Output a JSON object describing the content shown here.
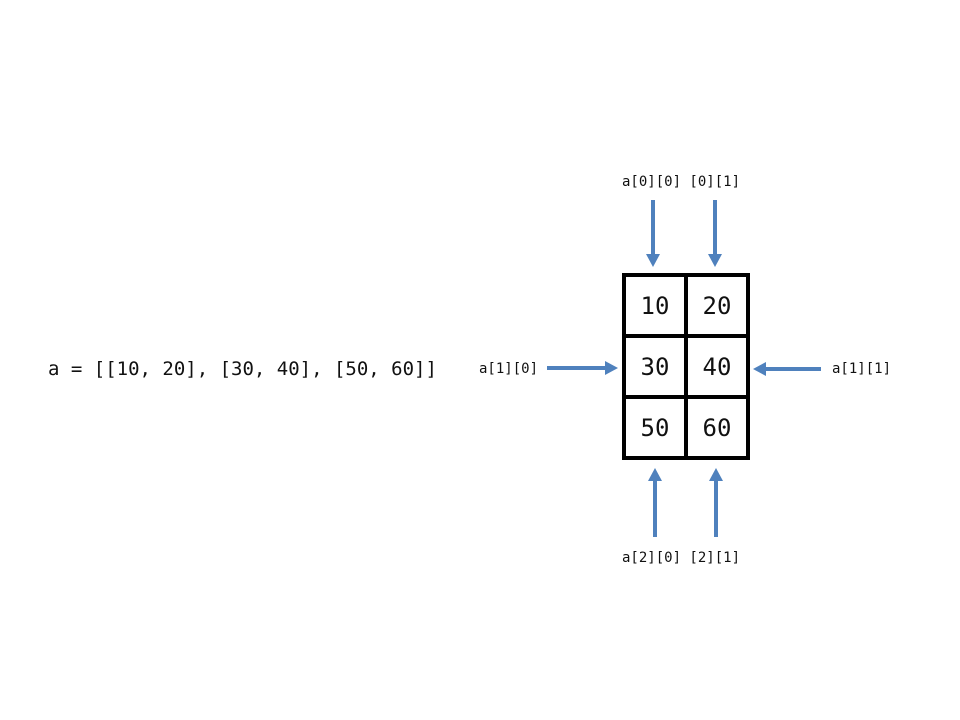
{
  "expression": "a = [[10, 20], [30, 40], [50, 60]]",
  "grid": {
    "rows": [
      [
        "10",
        "20"
      ],
      [
        "30",
        "40"
      ],
      [
        "50",
        "60"
      ]
    ]
  },
  "labels": {
    "top": "a[0][0] [0][1]",
    "left": "a[1][0]",
    "right": "a[1][1]",
    "bottom": "a[2][0] [2][1]"
  },
  "colors": {
    "arrow": "#4f81bd",
    "grid-border": "#000000",
    "text": "#111111",
    "background": "#ffffff"
  }
}
